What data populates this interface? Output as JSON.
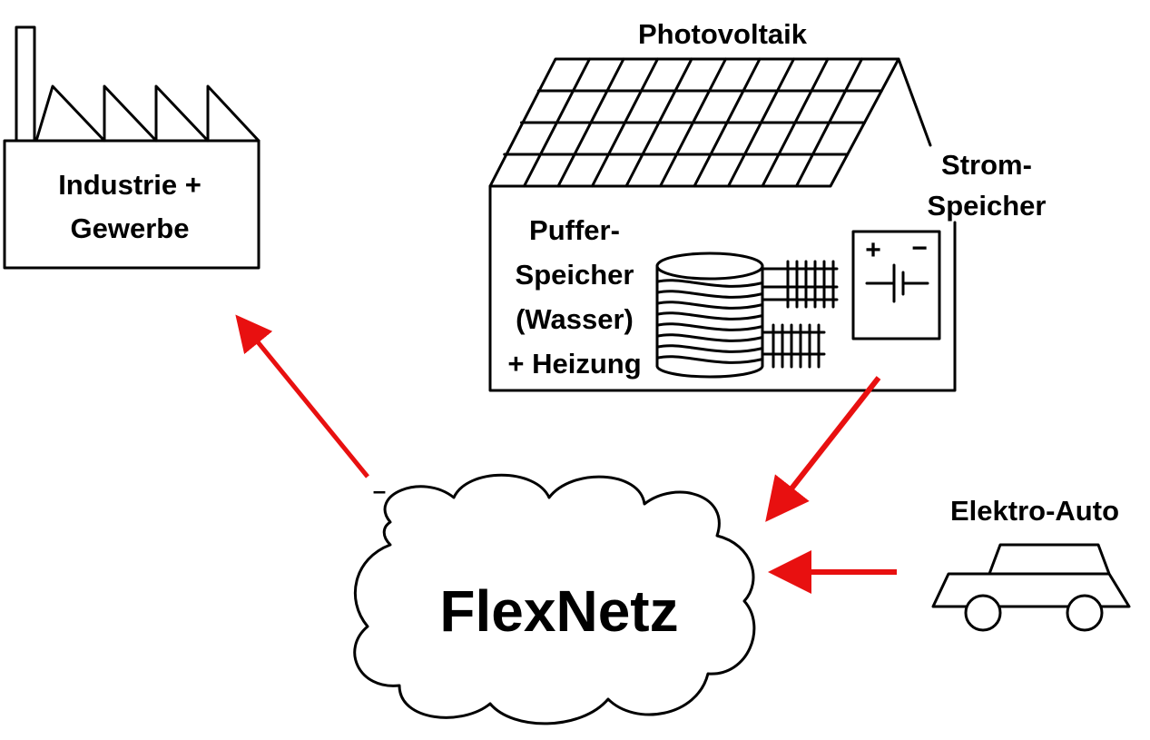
{
  "labels": {
    "industry_line1": "Industrie +",
    "industry_line2": "Gewerbe",
    "photovoltaik": "Photovoltaik",
    "storage_line1": "Strom-",
    "storage_line2": "Speicher",
    "buffer_line1": "Puffer-",
    "buffer_line2": "Speicher",
    "buffer_line3": "(Wasser)",
    "buffer_line4": "+ Heizung",
    "ev": "Elektro-Auto",
    "network": "FlexNetz",
    "battery_plus": "+",
    "battery_minus": "−",
    "stray_mark": "–"
  },
  "colors": {
    "arrow": "#e81010",
    "stroke": "#000000",
    "background": "#ffffff"
  }
}
